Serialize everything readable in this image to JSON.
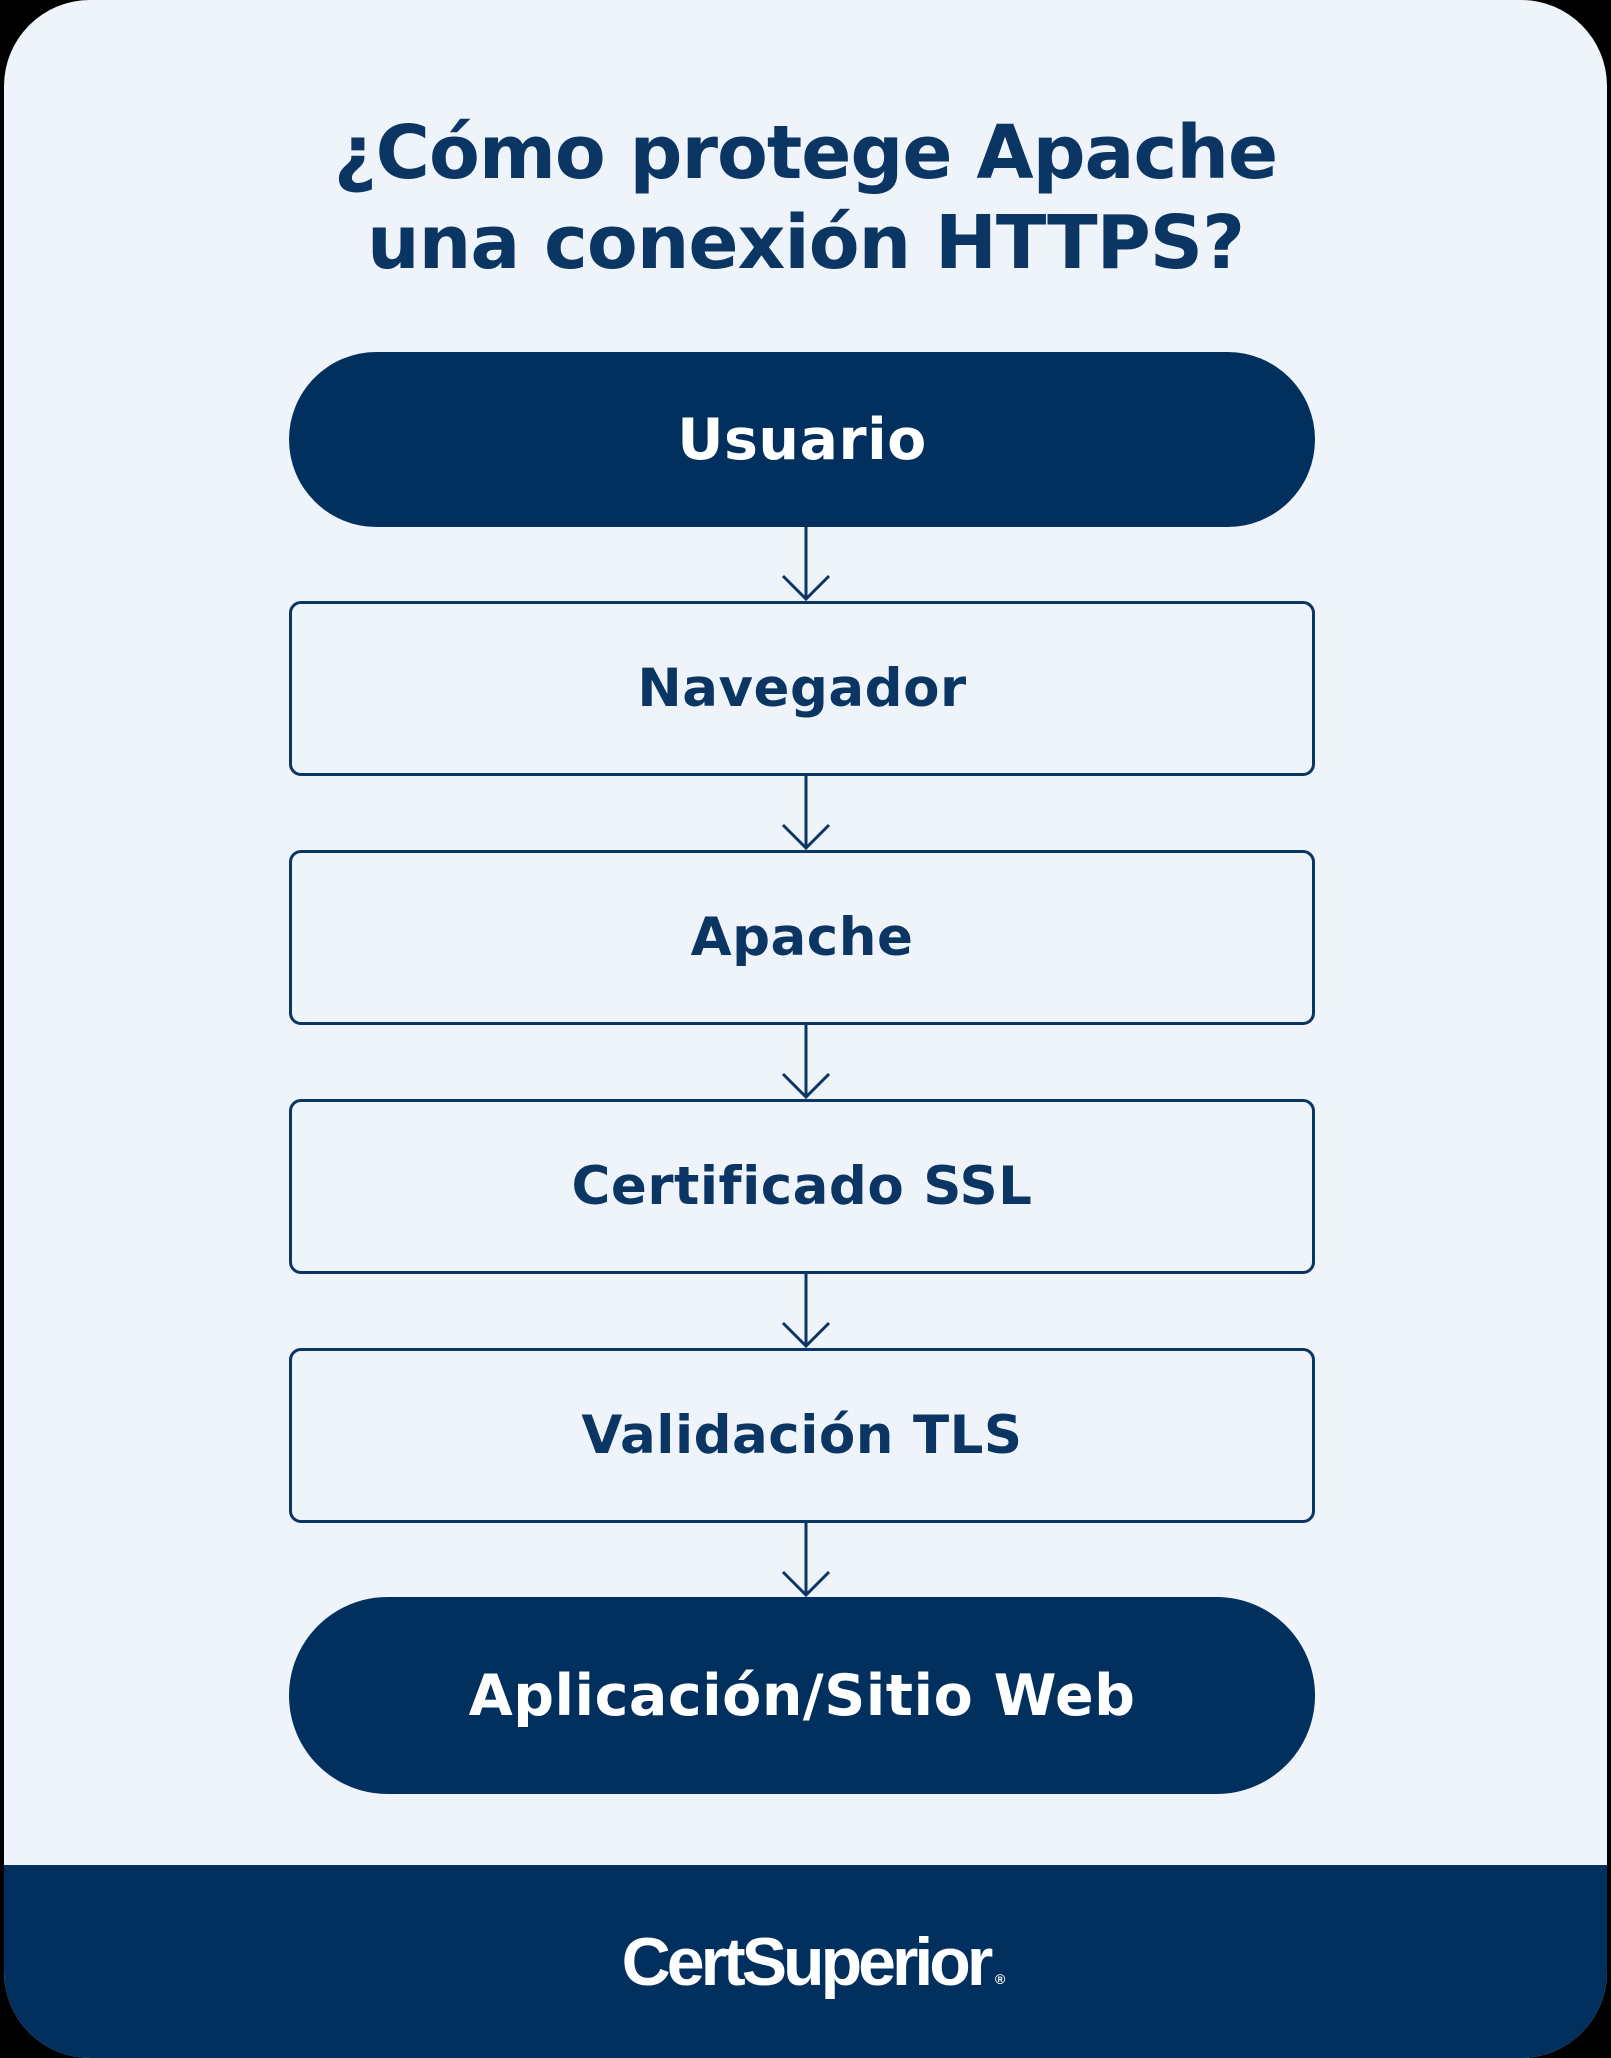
{
  "title": {
    "line1": "¿Cómo protege Apache",
    "line2": "una conexión HTTPS?"
  },
  "flow": {
    "nodes": [
      {
        "label": "Usuario",
        "shape": "pill"
      },
      {
        "label": "Navegador",
        "shape": "box"
      },
      {
        "label": "Apache",
        "shape": "box"
      },
      {
        "label": "Certificado SSL",
        "shape": "box"
      },
      {
        "label": "Validación TLS",
        "shape": "box"
      },
      {
        "label": "Aplicación/Sitio Web",
        "shape": "pill"
      }
    ]
  },
  "footer": {
    "brand": "CertSuperior",
    "mark": "®"
  },
  "colors": {
    "primary": "#02305e",
    "text": "#0b3563",
    "background": "#eef4f9",
    "on_primary": "#ffffff"
  }
}
